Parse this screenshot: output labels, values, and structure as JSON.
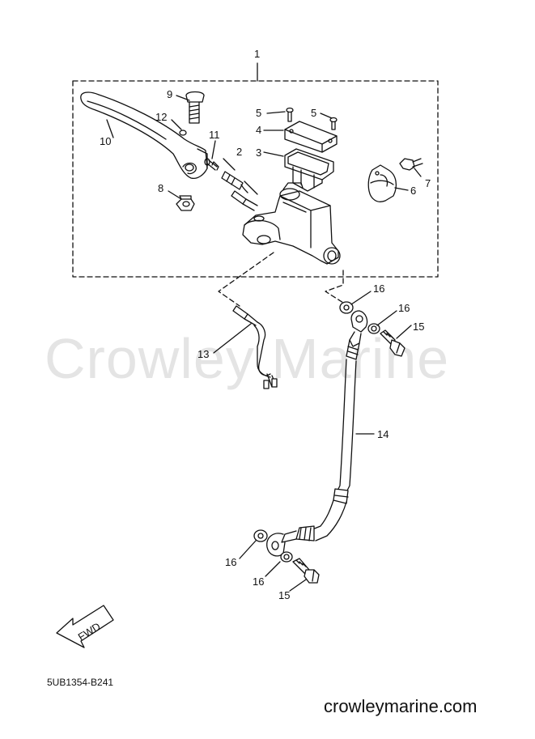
{
  "watermark": "Crowley Marine",
  "diagram_code": "5UB1354-B241",
  "website": "crowleymarine.com",
  "fwd_label": "FWD",
  "callouts": {
    "c1": "1",
    "c2": "2",
    "c3": "3",
    "c4": "4",
    "c5a": "5",
    "c5b": "5",
    "c6": "6",
    "c7": "7",
    "c8": "8",
    "c9": "9",
    "c10": "10",
    "c11": "11",
    "c12": "12",
    "c13": "13",
    "c14": "14",
    "c15a": "15",
    "c15b": "15",
    "c16a": "16",
    "c16b": "16",
    "c16c": "16",
    "c16d": "16"
  }
}
